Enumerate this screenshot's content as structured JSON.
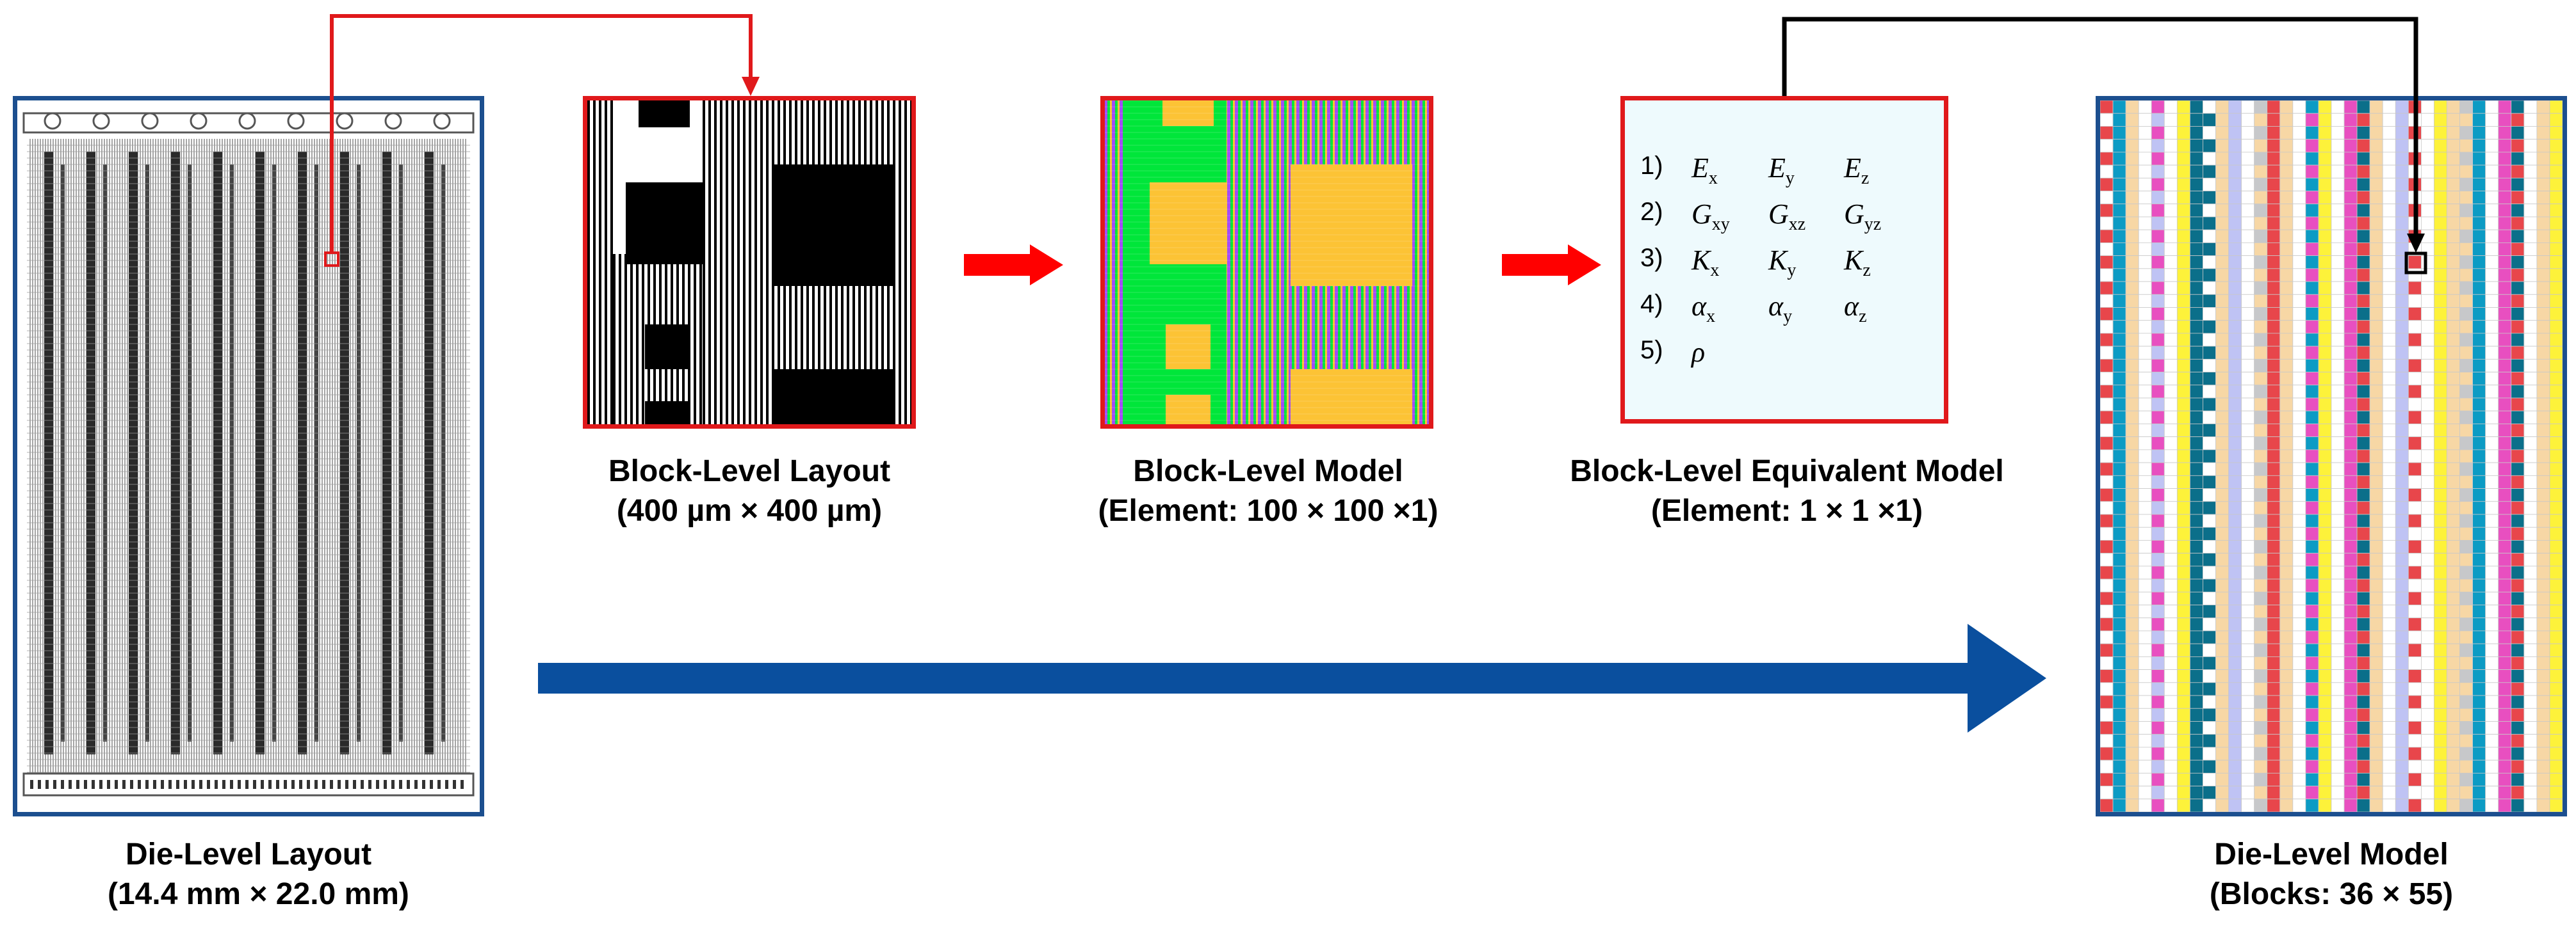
{
  "die_layout": {
    "caption_line1": "Die-Level Layout",
    "caption_line2": "(14.4 mm × 22.0 mm)"
  },
  "block_layout": {
    "caption_line1": "Block-Level Layout",
    "caption_line2": "(400 µm × 400 µm)"
  },
  "block_model": {
    "caption_line1": "Block-Level Model",
    "caption_line2": "(Element: 100 × 100 ×1)"
  },
  "equivalent_model": {
    "caption_line1": "Block-Level Equivalent Model",
    "caption_line2": "(Element: 1 × 1 ×1)",
    "rows": [
      {
        "num": "1)",
        "terms": [
          {
            "sym": "E",
            "sub": "x"
          },
          {
            "sym": "E",
            "sub": "y"
          },
          {
            "sym": "E",
            "sub": "z"
          }
        ]
      },
      {
        "num": "2)",
        "terms": [
          {
            "sym": "G",
            "sub": "xy"
          },
          {
            "sym": "G",
            "sub": "xz"
          },
          {
            "sym": "G",
            "sub": "yz"
          }
        ]
      },
      {
        "num": "3)",
        "terms": [
          {
            "sym": "K",
            "sub": "x"
          },
          {
            "sym": "K",
            "sub": "y"
          },
          {
            "sym": "K",
            "sub": "z"
          }
        ]
      },
      {
        "num": "4)",
        "terms": [
          {
            "sym": "α",
            "sub": "x"
          },
          {
            "sym": "α",
            "sub": "y"
          },
          {
            "sym": "α",
            "sub": "z"
          }
        ]
      },
      {
        "num": "5)",
        "terms": [
          {
            "sym": "ρ",
            "sub": ""
          }
        ]
      }
    ]
  },
  "die_model": {
    "caption_line1": "Die-Level Model",
    "caption_line2": "(Blocks: 36 × 55)",
    "palette": [
      "#e8464b",
      "#0c9bc4",
      "#f7d7a5",
      "#ffffff",
      "#e84fc0",
      "#fdf23a",
      "#0b6f8a",
      "#bfc3f4",
      "#c7c8ca"
    ]
  },
  "colors": {
    "frame_blue": "#1c4f8f",
    "frame_red": "#e0191b",
    "arrow_blue": "#0a4f9e",
    "arrow_red": "#ff0000",
    "model_green": "#00e63a",
    "model_orange": "#fcc335",
    "model_purple": "#a34cf5"
  }
}
